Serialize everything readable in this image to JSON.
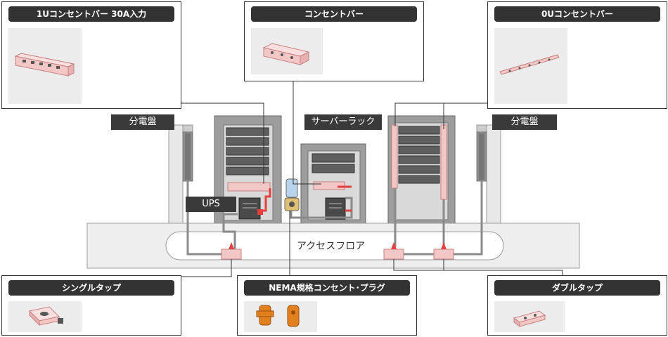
{
  "colors": {
    "outlet_pink": "#f4c7c7",
    "outlet_stroke": "#c98080",
    "cable_red": "#e44040",
    "cable_gray": "#8a8a8a",
    "dark_label": "#333333",
    "rack_fill": "#9d9d9d",
    "floor_fill": "#eeeeee",
    "plug_orange": "#e2801f"
  },
  "cards": {
    "pdu_1u": {
      "title": "1Uコンセントバー 30A入力",
      "icon": "rack-pdu-1u-icon"
    },
    "outlet_bar": {
      "title": "コンセントバー",
      "icon": "outlet-bar-icon"
    },
    "pdu_0u": {
      "title": "0Uコンセントバー",
      "icon": "vertical-pdu-icon"
    },
    "single_tap": {
      "title": "シングルタップ",
      "icon": "single-tap-icon"
    },
    "nema": {
      "title": "NEMA規格コンセント･プラグ",
      "icon": "nema-plug-icon"
    },
    "double_tap": {
      "title": "ダブルタップ",
      "icon": "double-tap-icon"
    }
  },
  "labels": {
    "panel_left": "分電盤",
    "panel_right": "分電盤",
    "server_rack": "サーバーラック",
    "ups": "UPS",
    "access_floor": "アクセスフロア"
  }
}
